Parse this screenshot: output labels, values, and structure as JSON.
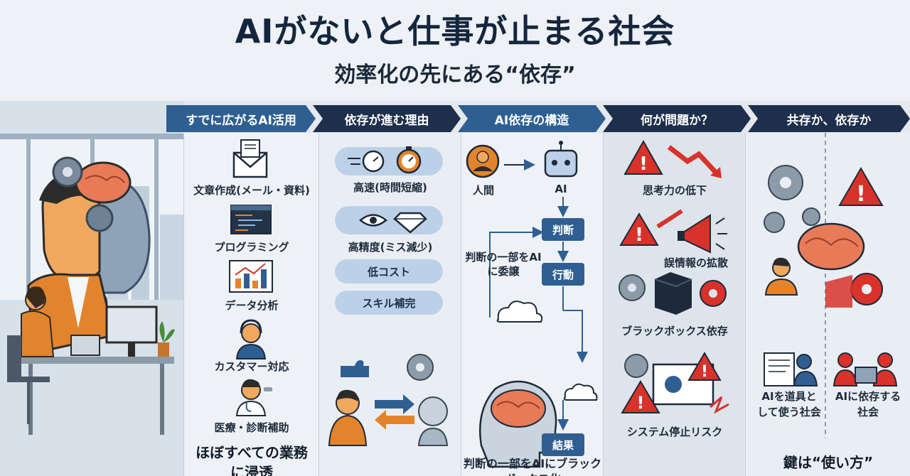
{
  "title": "AIがないと仕事が止まる社会",
  "subtitle": "効率化の先にある“依存”",
  "colors": {
    "header_dark": "#1d2f4b",
    "header_blue": "#2f5f92",
    "accent_red": "#d8322a",
    "accent_orange": "#e3842c",
    "pill": "#bcd1e8"
  },
  "columns": [
    {
      "header": "すでに広がるAI活用",
      "items": [
        {
          "label": "文章作成(メール・資料)",
          "icon": "envelope-icon"
        },
        {
          "label": "プログラミング",
          "icon": "code-editor-icon"
        },
        {
          "label": "データ分析",
          "icon": "bar-chart-icon"
        },
        {
          "label": "カスタマー対応",
          "icon": "headset-operator-icon"
        },
        {
          "label": "医療・診断補助",
          "icon": "doctor-icon"
        }
      ],
      "footer": "ほぼすべての業務に浸透"
    },
    {
      "header": "依存が進む理由",
      "items": [
        {
          "label": "高速(時間短縮)",
          "icon": "stopwatch-icon"
        },
        {
          "label": "高精度(ミス減少)",
          "icon": "eye-diamond-icon"
        },
        {
          "label": "低コスト"
        },
        {
          "label": "スキル補完"
        }
      ]
    },
    {
      "header": "AI依存の構造",
      "human": "人間",
      "ai": "AI",
      "judge": "判断",
      "action": "行動",
      "result": "結果",
      "delegate": "判断の一部をAIに委譲",
      "footer": "判断の一部をAIにブラックボックス化"
    },
    {
      "header": "何が問題か？",
      "items": [
        {
          "label": "思考力の低下",
          "icon": "warning-down-icon"
        },
        {
          "label": "誤情報の拡散",
          "icon": "megaphone-icon"
        },
        {
          "label": "ブラックボックス依存",
          "icon": "black-box-icon"
        },
        {
          "label": "システム停止リスク",
          "icon": "system-error-icon"
        }
      ]
    },
    {
      "header": "共存か、依存か",
      "left": "AIを道具として使う社会",
      "right": "AIに依存する社会",
      "footer": "鍵は“使い方”"
    }
  ]
}
